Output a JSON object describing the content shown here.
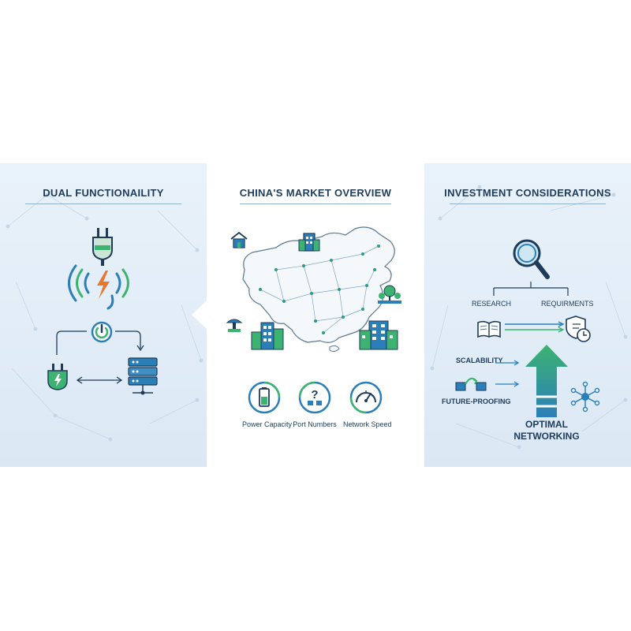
{
  "panels": {
    "left": {
      "title": "DUAL FUNCTIONAILITY",
      "icons": [
        "power-plug-icon",
        "wireless-signal-icon",
        "lightning-icon",
        "power-button-icon",
        "plug-icon",
        "server-icon"
      ]
    },
    "middle": {
      "title": "CHINA'S MARKET OVERVIEW",
      "metrics": [
        {
          "label": "Power Capacity",
          "icon": "battery-icon"
        },
        {
          "label": "Port Numbers",
          "icon": "question-ports-icon"
        },
        {
          "label": "Network Speed",
          "icon": "speedometer-icon"
        }
      ]
    },
    "right": {
      "title": "INVESTMENT CONSIDERATIONS",
      "research": "RESEARCH",
      "requirements": "REQUIRMENTS",
      "scalability": "SCALABILITY",
      "future": "FUTURE-PROOFING",
      "optimal_line1": "OPTIMAL",
      "optimal_line2": "NETWORKING"
    }
  },
  "colors": {
    "navy": "#1e3c5a",
    "blue": "#2b7fb8",
    "green": "#3cb371",
    "orange": "#e8772e",
    "panel_bg": "#e3eef8"
  }
}
